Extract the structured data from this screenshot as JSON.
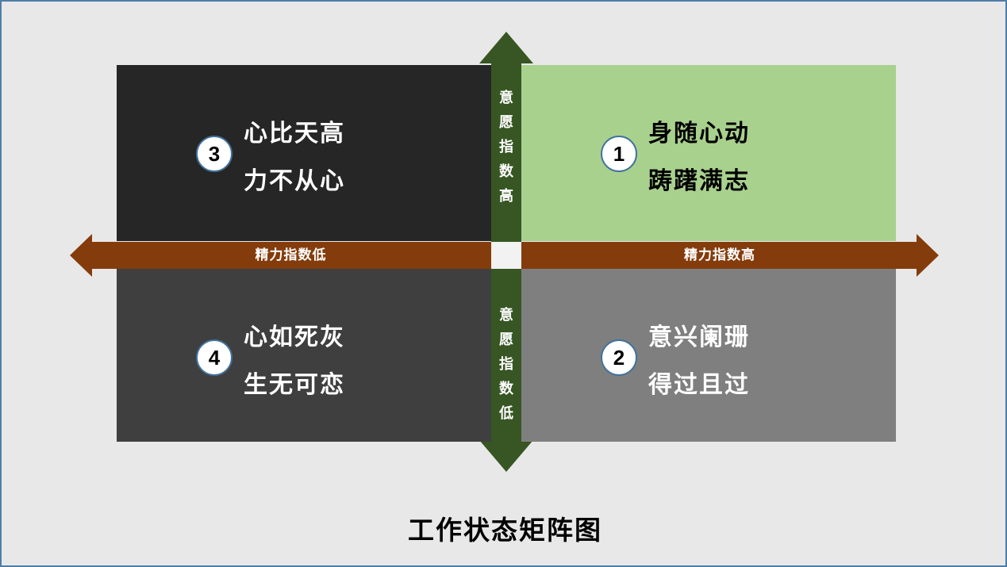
{
  "title": "工作状态矩阵图",
  "axes": {
    "vertical": {
      "top_label": "意愿指数高",
      "bottom_label": "意愿指数低",
      "color": "#375623"
    },
    "horizontal": {
      "left_label": "精力指数低",
      "right_label": "精力指数高",
      "color": "#843C0C"
    }
  },
  "quadrants": [
    {
      "number": "1",
      "position": "top-right",
      "line1": "身随心动",
      "line2": "踌躇满志",
      "bg_color": "#A9D18E",
      "text_color": "#000000"
    },
    {
      "number": "2",
      "position": "bottom-right",
      "line1": "意兴阑珊",
      "line2": "得过且过",
      "bg_color": "#7F7F7F",
      "text_color": "#FFFFFF"
    },
    {
      "number": "3",
      "position": "top-left",
      "line1": "心比天高",
      "line2": "力不从心",
      "bg_color": "#262626",
      "text_color": "#FFFFFF"
    },
    {
      "number": "4",
      "position": "bottom-left",
      "line1": "心如死灰",
      "line2": "生无可恋",
      "bg_color": "#3F3F3F",
      "text_color": "#FFFFFF"
    }
  ],
  "badge": {
    "bg_color": "#FFFFFF",
    "border_color": "#41719C"
  },
  "canvas": {
    "bg_color": "#E8E8E8",
    "border_color": "#4D7EA7"
  }
}
